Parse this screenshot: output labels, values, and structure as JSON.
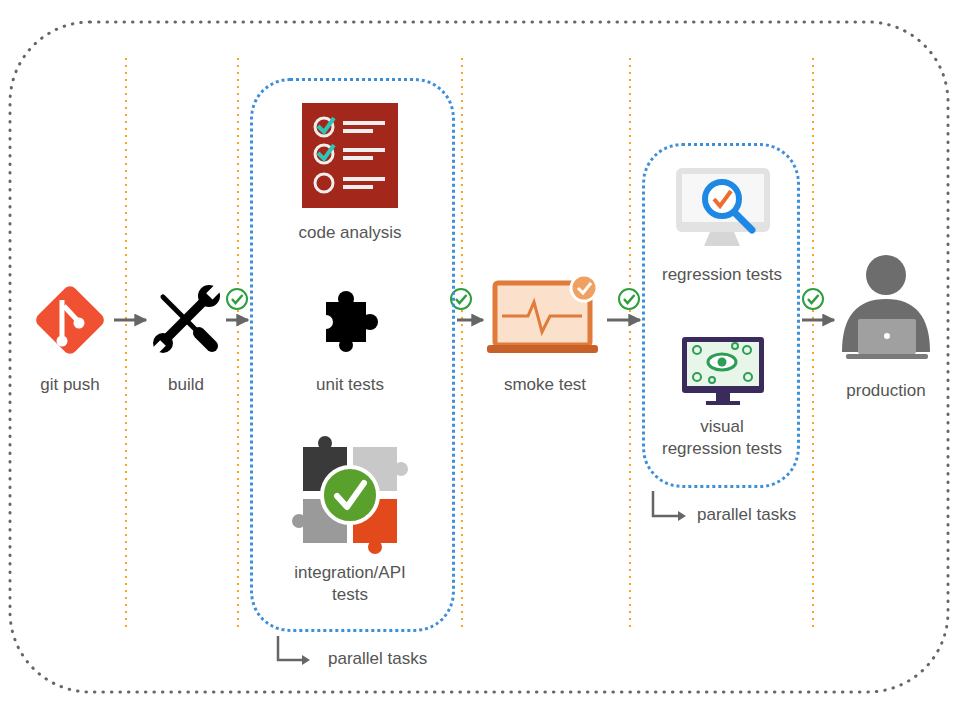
{
  "diagram": {
    "nodes": [
      {
        "text": [
          "git push"
        ]
      },
      {
        "text": [
          "build"
        ]
      },
      {
        "text": [
          "parallel tasks"
        ]
      },
      {
        "text": [
          "code analysis"
        ],
        "in": 2
      },
      {
        "text": [
          "unit tests"
        ],
        "in": 2
      },
      {
        "text": [
          "integration/API tests"
        ],
        "in": 2
      },
      {
        "text": [
          "smoke test"
        ]
      },
      {
        "text": [
          "parallel tasks"
        ]
      },
      {
        "text": [
          "regression tests"
        ],
        "in": 7
      },
      {
        "text": [
          "visual regression tests"
        ],
        "in": 7
      },
      {
        "text": [
          "production"
        ]
      }
    ],
    "edges": [
      {
        "from": 0,
        "to": 1,
        "arrow": "to"
      },
      {
        "from": 1,
        "to": 2,
        "arrow": "to"
      },
      {
        "from": 2,
        "to": 6,
        "arrow": "to"
      },
      {
        "from": 6,
        "to": 7,
        "arrow": "to"
      },
      {
        "from": 7,
        "to": 10,
        "arrow": "to"
      }
    ]
  }
}
